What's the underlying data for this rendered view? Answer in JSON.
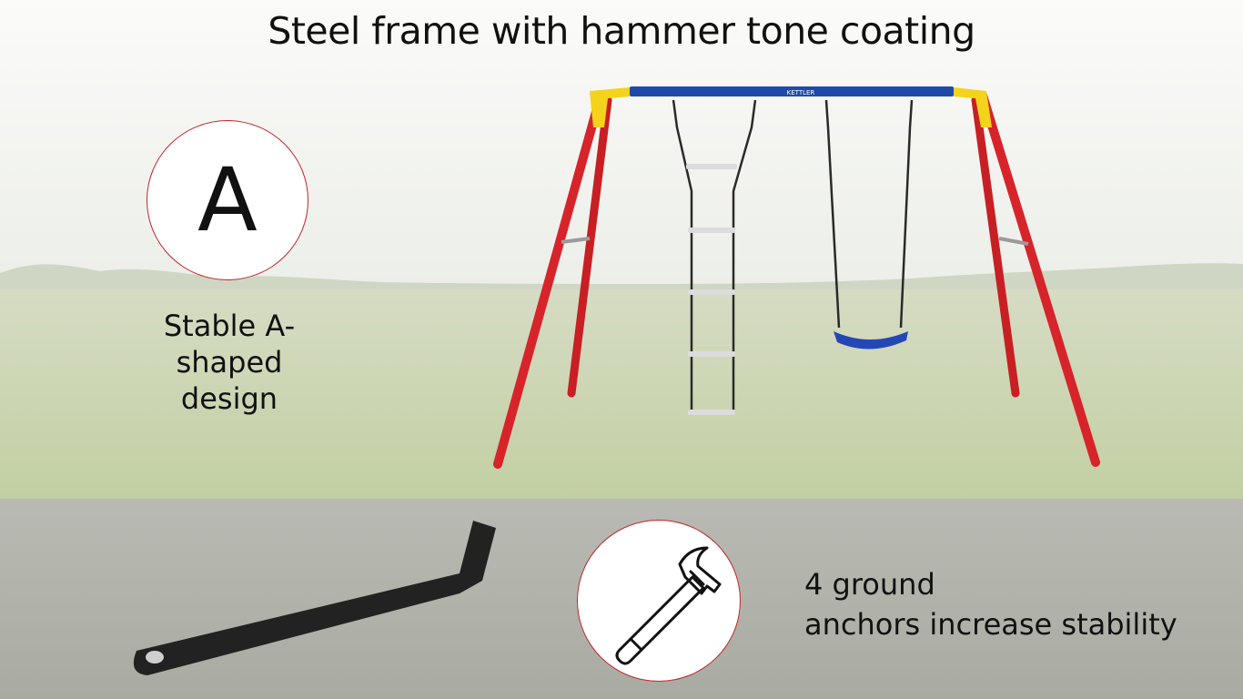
{
  "title": "Steel frame with hammer tone coating",
  "badge_letter": "A",
  "caption_a_line1": "Stable A-",
  "caption_a_line2": "shaped",
  "caption_a_line3": "design",
  "caption_b_line1": "4 ground",
  "caption_b_line2": "anchors increase stability",
  "brand_label": "KETTLER",
  "colors": {
    "frame_leg": "#d7242a",
    "frame_corner": "#f3d31c",
    "top_bar": "#1f4aa8",
    "seat": "#2547b5",
    "badge_border": "#c0262c",
    "anchor": "#222222"
  }
}
